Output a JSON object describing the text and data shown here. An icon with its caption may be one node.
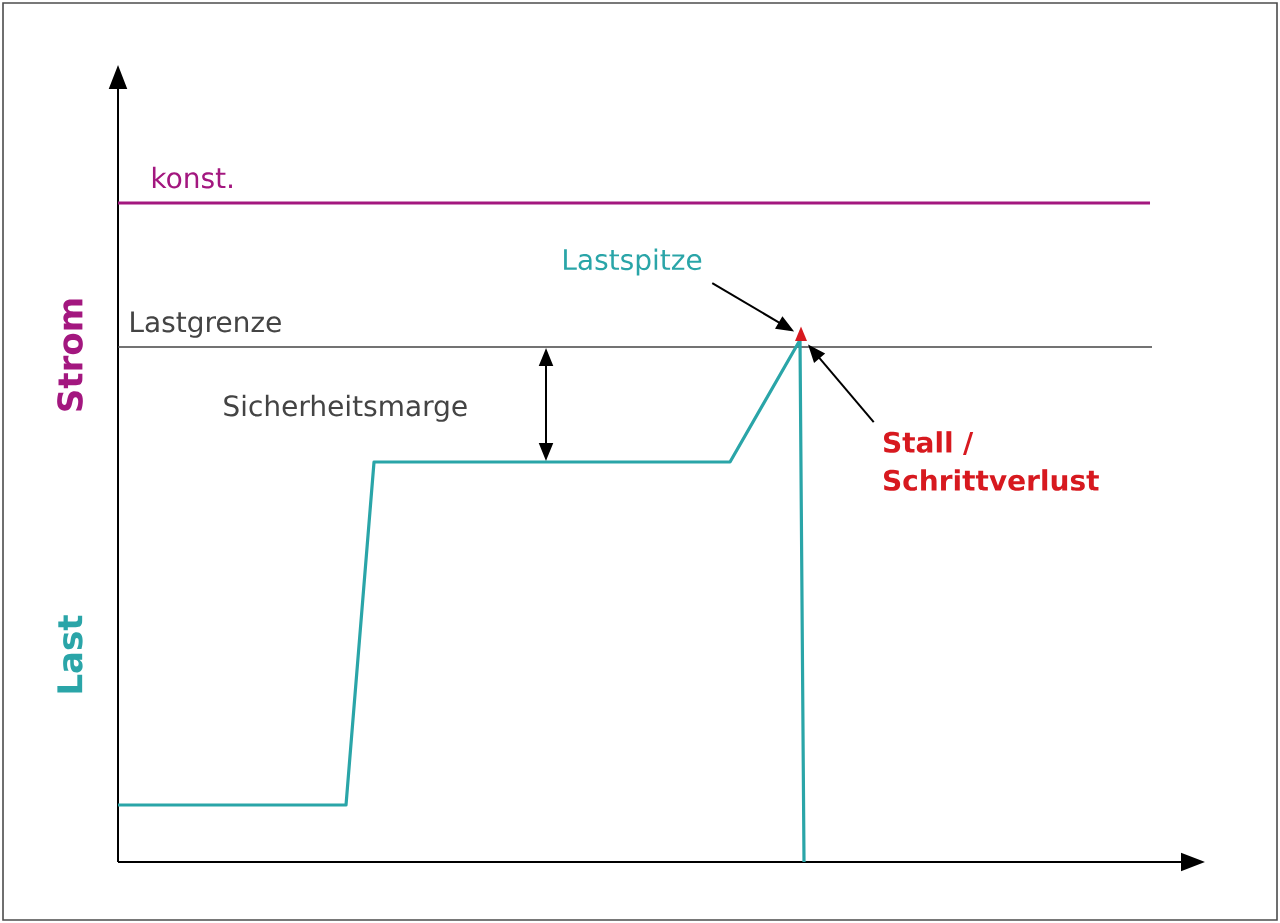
{
  "diagram": {
    "nodes": [
      {
        "text": [
          "Lastspitze"
        ]
      },
      {
        "text": [],
        "shape": "triangle"
      },
      {
        "text": [
          "Stall / Schrittverlust"
        ]
      }
    ],
    "edges": [
      {
        "from": 0,
        "to": 1,
        "arrow": "to"
      },
      {
        "from": 2,
        "to": 1,
        "arrow": "to"
      }
    ],
    "labels": [
      "konst.",
      "Strom",
      "Lastgrenze",
      "Sicherheitsmarge",
      "Last"
    ]
  }
}
